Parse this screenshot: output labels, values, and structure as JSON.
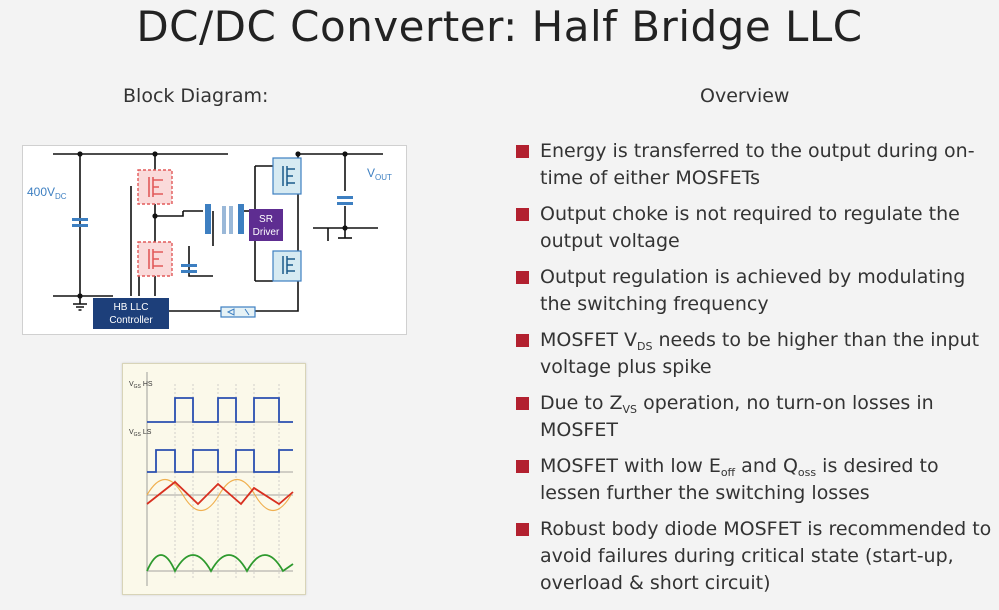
{
  "title": "DC/DC Converter: Half Bridge LLC",
  "block_heading": "Block Diagram:",
  "overview_heading": "Overview",
  "diagram": {
    "input_label": "400V",
    "input_sub": "DC",
    "output_label": "V",
    "output_sub": "OUT",
    "sr_driver_line1": "SR",
    "sr_driver_line2": "Driver",
    "controller_line1": "HB LLC",
    "controller_line2": "Controller"
  },
  "waveforms": {
    "hs_label": "V",
    "hs_sub": "GS",
    "hs_suffix": " HS",
    "ls_label": "V",
    "ls_sub": "GS",
    "ls_suffix": " LS"
  },
  "bullets": [
    {
      "text": "Energy is transferred to the output during on-time of either MOSFETs"
    },
    {
      "text": "Output choke is not required to regulate the output voltage"
    },
    {
      "text": "Output regulation is achieved by modulating the switching frequency"
    },
    {
      "pre": "MOSFET V",
      "sub": "DS",
      "post": " needs to be higher than the input voltage plus spike"
    },
    {
      "pre": "Due to Z",
      "sub": "VS",
      "post": " operation, no turn-on losses in MOSFET"
    },
    {
      "pre": "MOSFET with low E",
      "sub": "off",
      "mid": " and Q",
      "sub2": "oss",
      "post": " is desired to lessen further the switching losses"
    },
    {
      "text": "Robust body diode MOSFET is recommended to avoid failures during critical state (start-up, overload & short circuit)"
    }
  ],
  "colors": {
    "bullet": "#b2202f",
    "diagram_blue": "#3d7fc1",
    "mosfet_red": "#e25a5a",
    "controller_navy": "#1d3f7a",
    "sr_purple": "#5e2d91",
    "wave_blue": "#2a4fb0",
    "wave_red": "#d83020",
    "wave_orange": "#f0b050",
    "wave_green": "#2e9a2e"
  }
}
